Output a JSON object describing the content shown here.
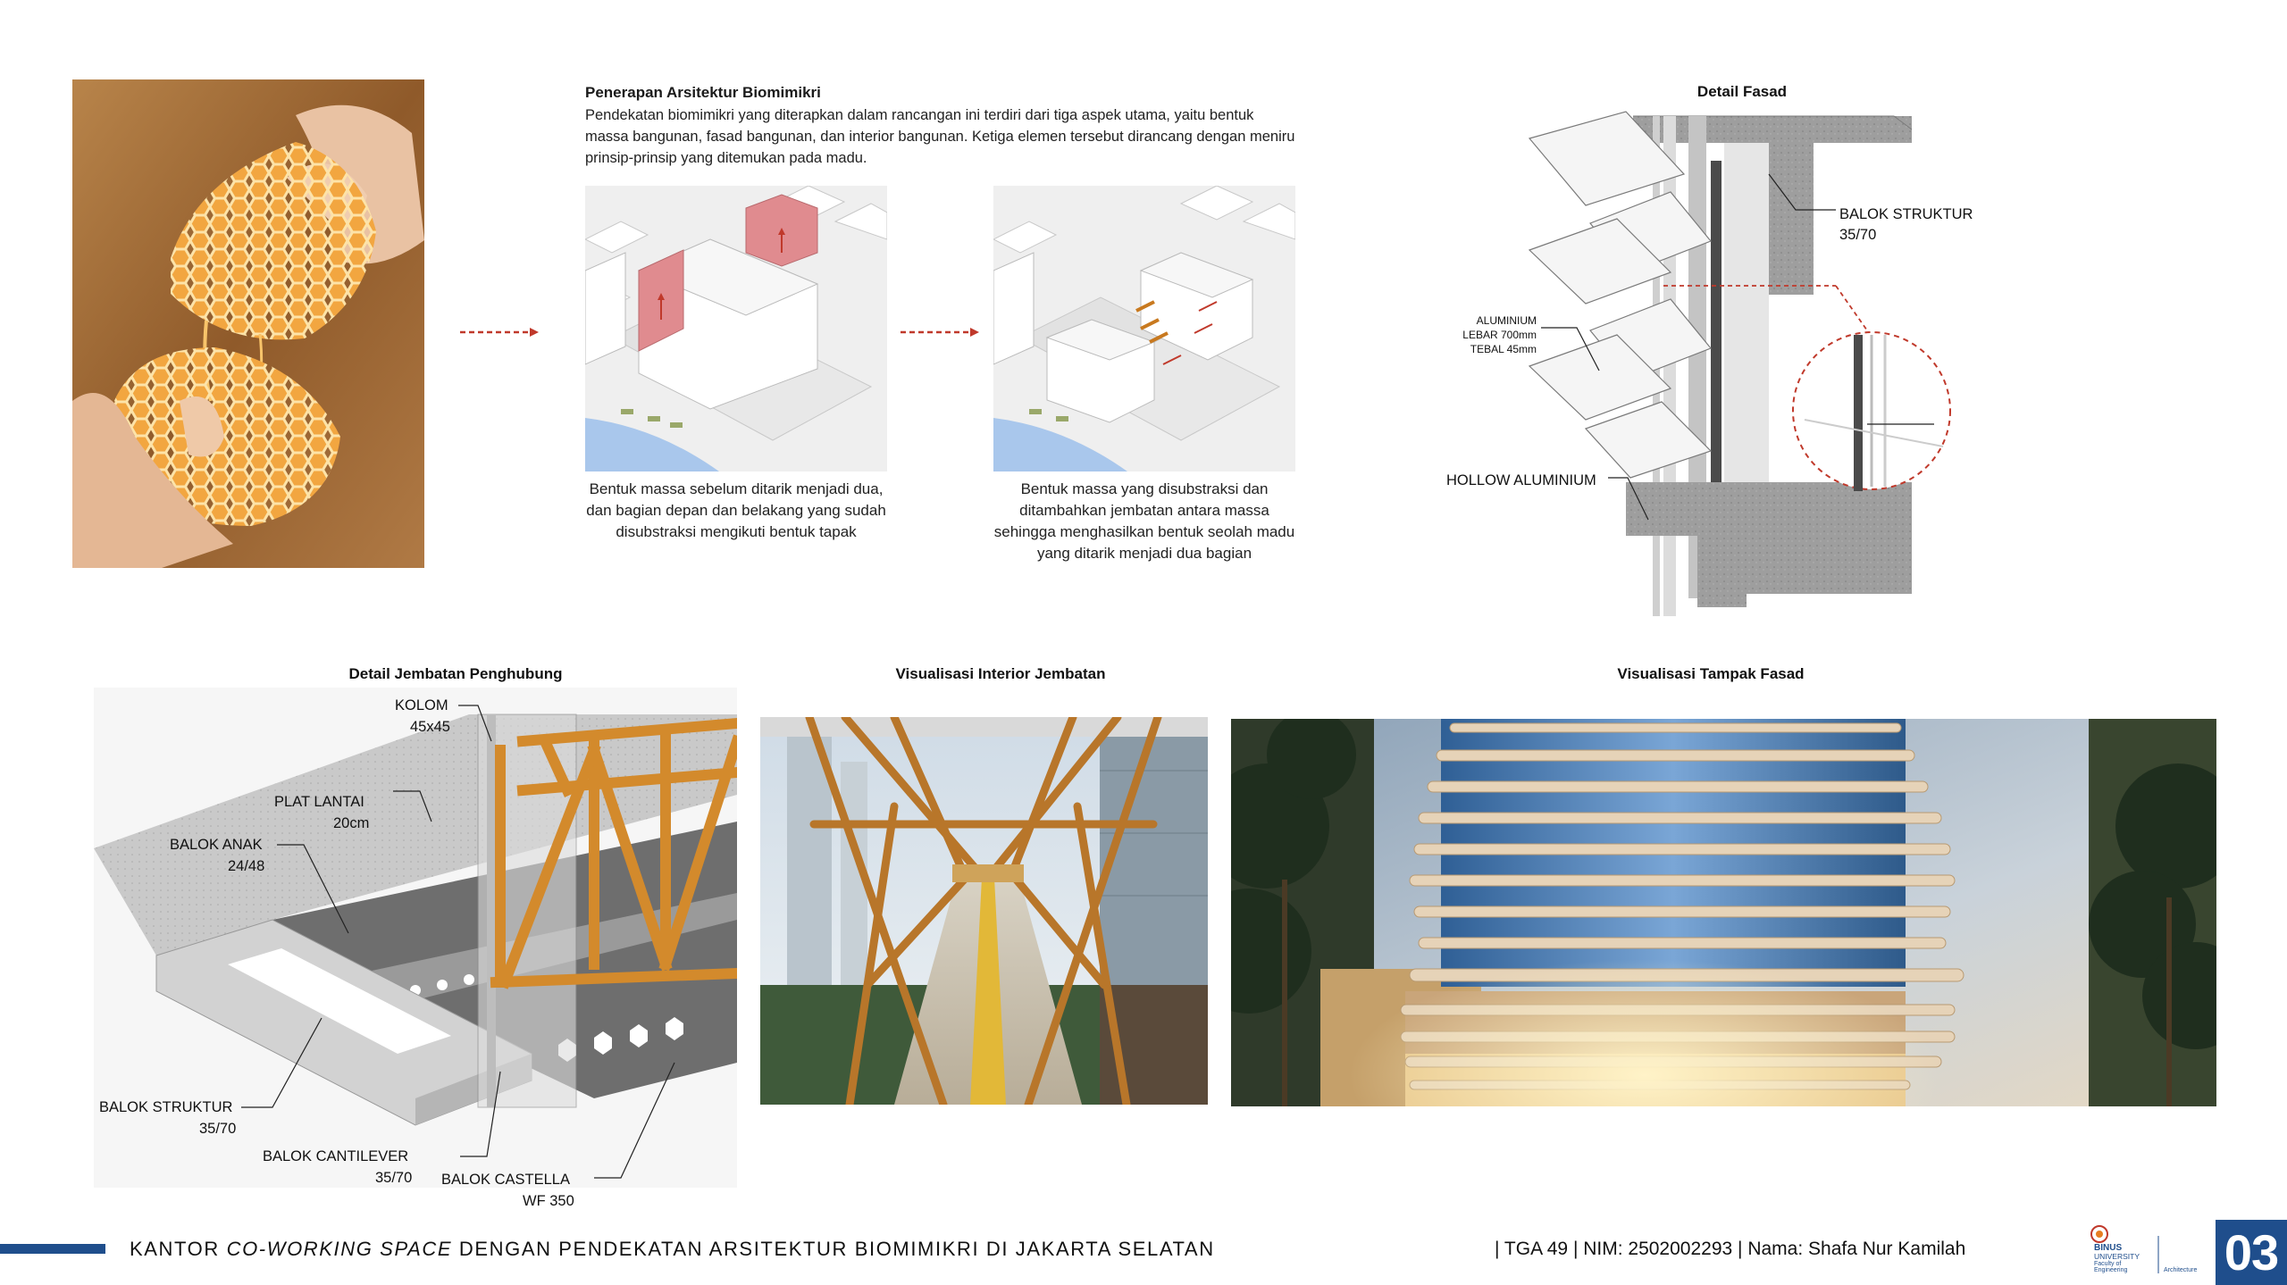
{
  "intro": {
    "title": "Penerapan Arsitektur Biomimikri",
    "body": "Pendekatan biomimikri yang diterapkan dalam rancangan ini terdiri dari tiga aspek utama, yaitu bentuk massa bangunan, fasad bangunan, dan interior bangunan. Ketiga elemen tersebut dirancang dengan meniru prinsip-prinsip yang ditemukan pada madu."
  },
  "mass": {
    "caption1": "Bentuk massa sebelum ditarik menjadi dua, dan bagian depan dan belakang yang sudah disubstraksi mengikuti bentuk tapak",
    "caption2": "Bentuk massa yang disubstraksi dan ditambahkan jembatan antara massa sehingga menghasilkan bentuk seolah madu yang ditarik menjadi dua bagian"
  },
  "facade_detail": {
    "heading": "Detail Fasad",
    "balok_struktur": "BALOK STRUKTUR",
    "balok_struktur_size": "35/70",
    "aluminium": "ALUMINIUM",
    "lebar": "LEBAR 700mm",
    "tebal": "TEBAL 45mm",
    "hollow": "HOLLOW ALUMINIUM"
  },
  "bridge_detail": {
    "heading": "Detail Jembatan Penghubung",
    "kolom": "KOLOM",
    "kolom_size": "45x45",
    "plat": "PLAT LANTAI",
    "plat_size": "20cm",
    "balok_anak": "BALOK ANAK",
    "balok_anak_size": "24/48",
    "balok_struktur": "BALOK STRUKTUR",
    "balok_struktur_size": "35/70",
    "cantilever": "BALOK CANTILEVER",
    "cantilever_size": "35/70",
    "castella": "BALOK CASTELLA",
    "castella_size": "WF 350"
  },
  "interior": {
    "heading": "Visualisasi Interior Jembatan"
  },
  "facade_vis": {
    "heading": "Visualisasi Tampak Fasad"
  },
  "footer": {
    "title_pre": "KANTOR ",
    "title_italic": "CO-WORKING SPACE",
    "title_post": " DENGAN PENDEKATAN ARSITEKTUR BIOMIMIKRI DI JAKARTA SELATAN",
    "meta": "| TGA 49 | NIM: 2502002293 | Nama: Shafa Nur Kamilah",
    "page": "03",
    "logo_name": "BINUS",
    "logo_univ": "UNIVERSITY",
    "logo_faculty1": "Faculty of",
    "logo_faculty2": "Engineering",
    "logo_dept": "Architecture"
  },
  "colors": {
    "accent": "#1f4e8c",
    "honey": "#e0912a",
    "timber": "#c8791f",
    "arrow": "#c0392b"
  }
}
